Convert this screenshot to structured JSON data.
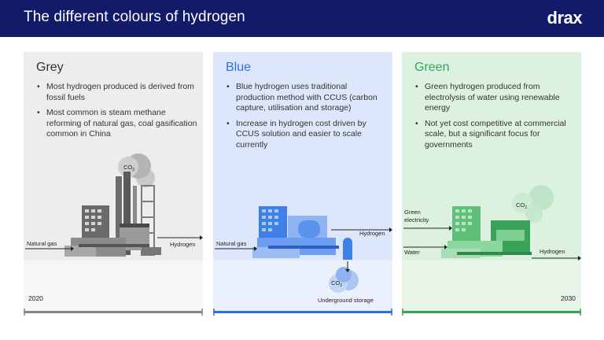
{
  "header": {
    "title": "The different colours of hydrogen",
    "logo": "drax"
  },
  "panels": {
    "grey": {
      "title": "Grey",
      "bullets": [
        "Most hydrogen produced is derived from fossil fuels",
        "Most common is steam methane reforming of natural gas, coal gasification common in China"
      ],
      "labels": {
        "input": "Natural gas",
        "output": "Hydrogen",
        "co2": "CO",
        "co2_sub": "2"
      }
    },
    "blue": {
      "title": "Blue",
      "bullets": [
        "Blue hydrogen uses traditional production method with CCUS (carbon capture, utilisation and storage)",
        "Increase in hydrogen cost driven by CCUS solution and easier to scale currently"
      ],
      "labels": {
        "input": "Natural gas",
        "output": "Hydrogen",
        "storage": "Underground storage",
        "co2": "CO",
        "co2_sub": "2"
      }
    },
    "green": {
      "title": "Green",
      "bullets": [
        "Green hydrogen produced from electrolysis of water using renewable energy",
        "Not yet cost competitive at commercial scale, but a significant focus for governments"
      ],
      "labels": {
        "input1_line1": "Green",
        "input1_line2": "electricity",
        "input2": "Water",
        "output": "Hydrogen",
        "co2": "CO",
        "co2_sub": "2"
      }
    }
  },
  "timeline": {
    "start_year": "2020",
    "end_year": "2030"
  },
  "colors": {
    "header": "#121a6a",
    "grey": "#888888",
    "blue": "#2f6fe0",
    "green": "#3aa35a"
  }
}
